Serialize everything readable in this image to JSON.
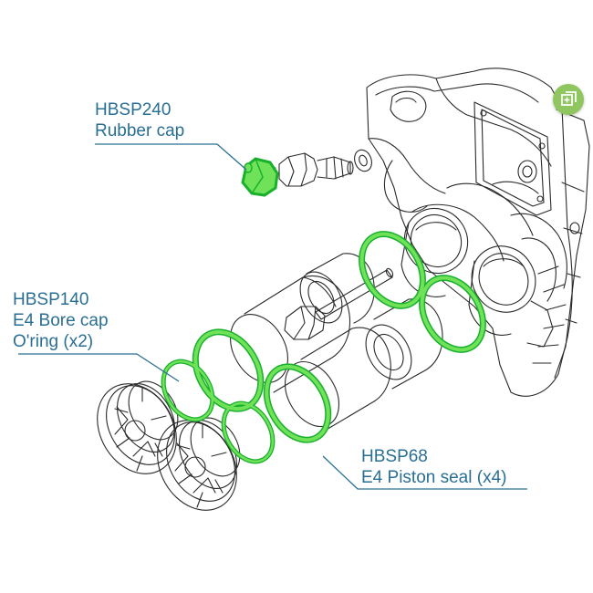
{
  "colors": {
    "accent": "#19b02c",
    "ring": "#6fe25a",
    "label": "#2a6f93",
    "line": "#2a2a2a",
    "button": "#8fc65f"
  },
  "labels": {
    "rubber_cap": {
      "code": "HBSP240",
      "name": "Rubber cap"
    },
    "bore_cap": {
      "code": "HBSP140",
      "name": "E4 Bore cap",
      "extra": "O'ring (x2)"
    },
    "piston_seal": {
      "code": "HBSP68",
      "name": "E4 Piston seal (x4)"
    }
  },
  "toolbar": {
    "expand_icon": "expand-icon"
  }
}
